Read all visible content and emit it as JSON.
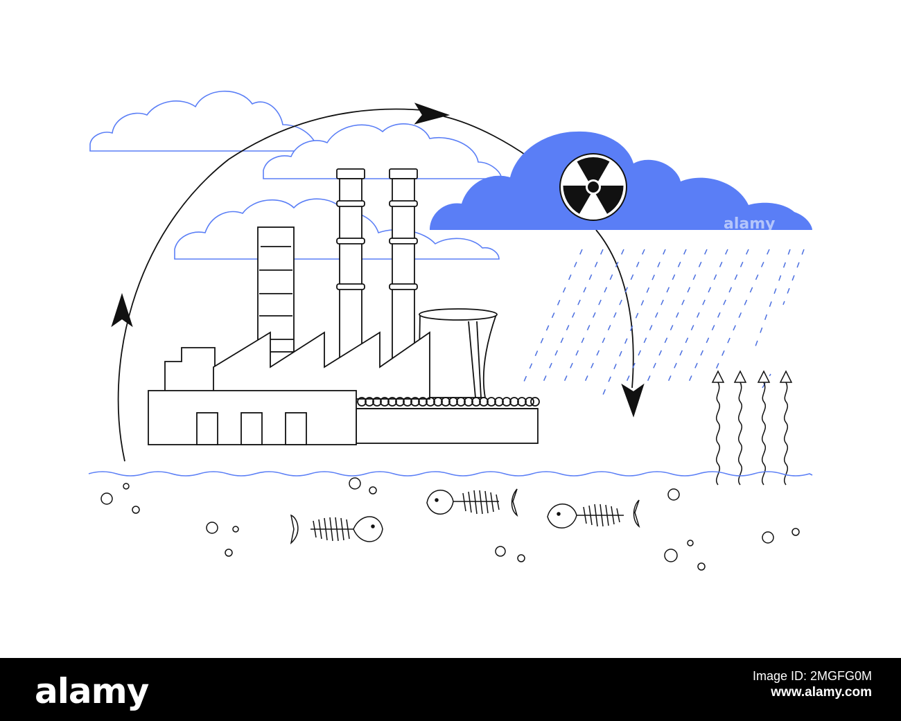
{
  "colors": {
    "background": "#ffffff",
    "outline": "#111111",
    "accent_blue": "#5a7ef6",
    "rain_blue": "#4a6ee0",
    "footer_bg": "#000000",
    "footer_text": "#ffffff"
  },
  "icons": {
    "radiation": "radiation-icon",
    "fish_skeleton": "fish-skeleton-icon",
    "cycle_arrow": "arrow-icon",
    "vapor_arrow": "arrow-up-icon"
  },
  "watermark": {
    "text": "alamy"
  },
  "footer": {
    "logo": "alamy",
    "line1": "Image ID: 2MGFG0M",
    "line2": "www.alamy.com"
  }
}
